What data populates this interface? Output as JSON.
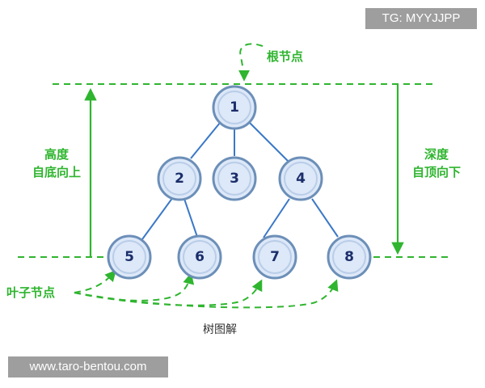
{
  "tree": {
    "nodes": [
      "1",
      "2",
      "3",
      "4",
      "5",
      "6",
      "7",
      "8"
    ]
  },
  "labels": {
    "root": "根节点",
    "height_line1": "高度",
    "height_line2": "自底向上",
    "depth_line1": "深度",
    "depth_line2": "自顶向下",
    "leaf": "叶子节点"
  },
  "caption": "树图解",
  "watermarks": {
    "tg": "TG: MYYJJPP",
    "url": "www.taro-bentou.com"
  },
  "colors": {
    "accent_green": "#2fb52f",
    "edge_blue": "#3a78c8",
    "node_fill": "#dde8f8",
    "node_text": "#1b2e6b"
  }
}
